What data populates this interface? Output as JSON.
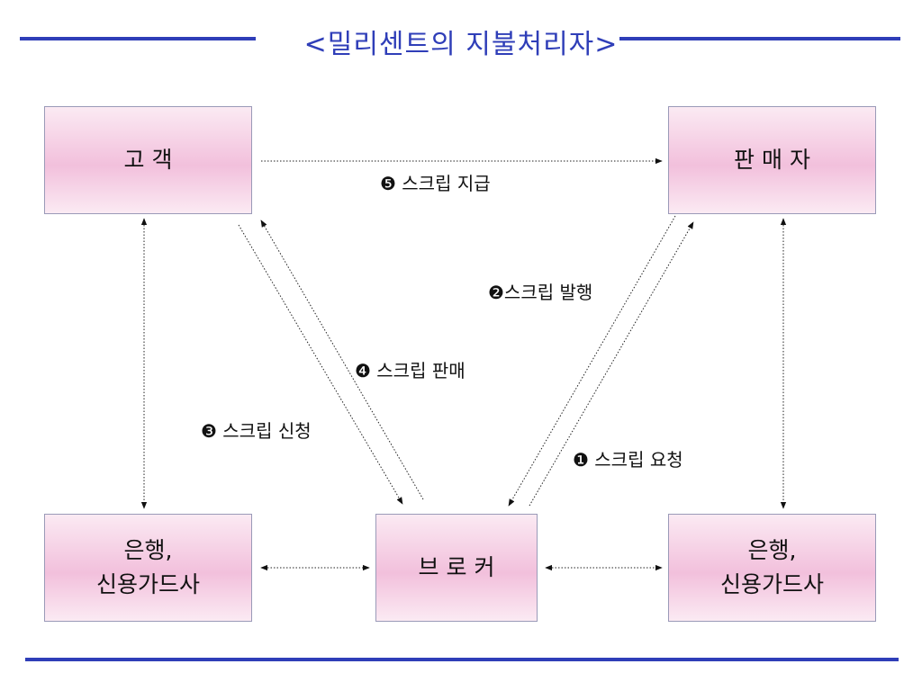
{
  "title": "<밀리센트의 지불처리자>",
  "nodes": {
    "customer": "고 객",
    "seller": "판 매 자",
    "broker": "브 로 커",
    "bank_left": [
      "은행,",
      "신용가드사"
    ],
    "bank_right": [
      "은행,",
      "신용가드사"
    ]
  },
  "edges": {
    "scrip_payment": "❺ 스크립 지급",
    "scrip_issue": "❷스크립 발행",
    "scrip_sale": "❹ 스크립 판매",
    "scrip_apply": "❸ 스크립 신청",
    "scrip_request": "❶ 스크립 요청"
  }
}
